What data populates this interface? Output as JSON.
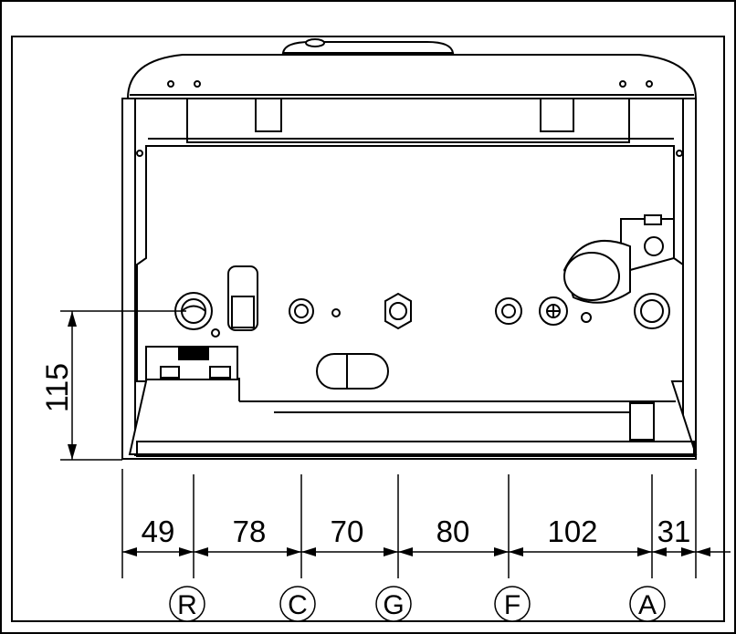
{
  "diagram": {
    "vertical_dimension": "115",
    "horizontal_dimensions": [
      "49",
      "78",
      "70",
      "80",
      "102",
      "31"
    ],
    "connections": [
      "R",
      "C",
      "G",
      "F",
      "A"
    ]
  },
  "colors": {
    "line": "#000000",
    "fill": "#ffffff",
    "dark": "#1a1a1a",
    "grey": "#cfcfcf"
  }
}
